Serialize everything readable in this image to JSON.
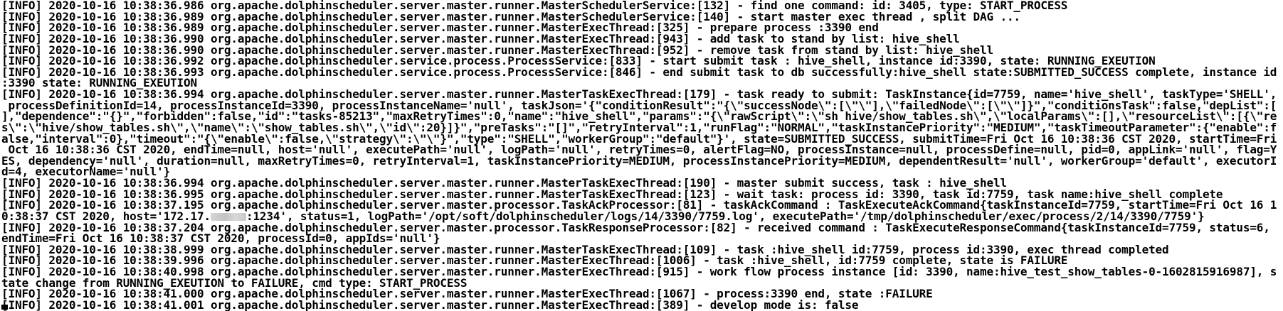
{
  "terminal": {
    "background_color": "#ffffff",
    "text_color": "#000000",
    "redaction_color": "#c8c8c8",
    "lines": [
      {
        "text": "[INFO] 2020-10-16 10:38:36.986 org.apache.dolphinscheduler.server.master.runner.MasterSchedulerService:[132] - find one command: id: 3405, type: START_PROCESS"
      },
      {
        "text": "[INFO] 2020-10-16 10:38:36.989 org.apache.dolphinscheduler.server.master.runner.MasterSchedulerService:[140] - start master exec thread , split DAG ..."
      },
      {
        "text": "[INFO] 2020-10-16 10:38:36.989 org.apache.dolphinscheduler.server.master.runner.MasterExecThread:[325] - prepare process :3390 end"
      },
      {
        "text": "[INFO] 2020-10-16 10:38:36.990 org.apache.dolphinscheduler.server.master.runner.MasterExecThread:[943] - add task to stand by list: hive_shell"
      },
      {
        "text": "[INFO] 2020-10-16 10:38:36.990 org.apache.dolphinscheduler.server.master.runner.MasterExecThread:[952] - remove task from stand by list: hive_shell"
      },
      {
        "text": "[INFO] 2020-10-16 10:38:36.992 org.apache.dolphinscheduler.service.process.ProcessService:[833] - start submit task : hive_shell, instance id:3390, state: RUNNING_EXEUTION"
      },
      {
        "text": "[INFO] 2020-10-16 10:38:36.993 org.apache.dolphinscheduler.service.process.ProcessService:[846] - end submit task to db successfully:hive_shell state:SUBMITTED_SUCCESS complete, instance id"
      },
      {
        "text": ":3390 state: RUNNING_EXEUTION"
      },
      {
        "text": "[INFO] 2020-10-16 10:38:36.994 org.apache.dolphinscheduler.server.master.runner.MasterTaskExecThread:[179] - task ready to submit: TaskInstance{id=7759, name='hive_shell', taskType='SHELL',"
      },
      {
        "text": " processDefinitionId=14, processInstanceId=3390, processInstanceName='null', taskJson='{\"conditionResult\":\"{\\\"successNode\\\":[\\\"\\\"],\\\"failedNode\\\":[\\\"\\\"]}\",\"conditionsTask\":false,\"depList\":["
      },
      {
        "text": "],\"dependence\":\"{}\",\"forbidden\":false,\"id\":\"tasks-85213\",\"maxRetryTimes\":0,\"name\":\"hive_shell\",\"params\":\"{\\\"rawScript\\\":\\\"sh hive/show_tables.sh\\\",\\\"localParams\\\":[],\\\"resourceList\\\":[{\\\"re"
      },
      {
        "text": "s\\\":\\\"hive/show_tables.sh\\\",\\\"name\\\":\\\"show_tables.sh\\\",\\\"id\\\":20}]}\",\"preTasks\":\"[]\",\"retryInterval\":1,\"runFlag\":\"NORMAL\",\"taskInstancePriority\":\"MEDIUM\",\"taskTimeoutParameter\":{\"enable\":f"
      },
      {
        "text": "alse,\"interval\":0},\"timeout\":\"{\\\"enable\\\":false,\\\"strategy\\\":\\\"\\\"}\",\"type\":\"SHELL\",\"workerGroup\":\"default\"}', state=SUBMITTED_SUCCESS, submitTime=Fri Oct 16 10:38:36 CST 2020, startTime=Fri"
      },
      {
        "text": " Oct 16 10:38:36 CST 2020, endTime=null, host='null', executePath='null', logPath='null', retryTimes=0, alertFlag=NO, processInstance=null, processDefine=null, pid=0, appLink='null', flag=Y"
      },
      {
        "text": "ES, dependency='null', duration=null, maxRetryTimes=0, retryInterval=1, taskInstancePriority=MEDIUM, processInstancePriority=MEDIUM, dependentResult='null', workerGroup='default', executorI"
      },
      {
        "text": "d=4, executorName='null'}"
      },
      {
        "text": "[INFO] 2020-10-16 10:38:36.994 org.apache.dolphinscheduler.server.master.runner.MasterTaskExecThread:[190] - master submit success, task : hive_shell"
      },
      {
        "text": "[INFO] 2020-10-16 10:38:36.995 org.apache.dolphinscheduler.server.master.runner.MasterTaskExecThread:[123] - wait task: process id: 3390, task id:7759, task name:hive_shell complete"
      },
      {
        "text": "[INFO] 2020-10-16 10:38:37.195 org.apache.dolphinscheduler.server.master.processor.TaskAckProcessor:[81] - taskAckCommand : TaskExecuteAckCommand{taskInstanceId=7759, startTime=Fri Oct 16 1"
      },
      {
        "redacted": true,
        "before": "0:38:37 CST 2020, host='172.17.",
        "after": ":1234', status=1, logPath='/opt/soft/dolphinscheduler/logs/14/3390/7759.log', executePath='/tmp/dolphinscheduler/exec/process/2/14/3390/7759'}"
      },
      {
        "text": "[INFO] 2020-10-16 10:38:37.204 org.apache.dolphinscheduler.server.master.processor.TaskResponseProcessor:[82] - received command : TaskExecuteResponseCommand{taskInstanceId=7759, status=6,"
      },
      {
        "text": "endTime=Fri Oct 16 10:38:37 CST 2020, processId=0, appIds='null'}"
      },
      {
        "text": "[INFO] 2020-10-16 10:38:38.999 org.apache.dolphinscheduler.server.master.runner.MasterTaskExecThread:[109] - task :hive_shell id:7759, process id:3390, exec thread completed"
      },
      {
        "text": "[INFO] 2020-10-16 10:38:39.996 org.apache.dolphinscheduler.server.master.runner.MasterExecThread:[1006] - task :hive_shell, id:7759 complete, state is FAILURE"
      },
      {
        "text": "[INFO] 2020-10-16 10:38:40.998 org.apache.dolphinscheduler.server.master.runner.MasterExecThread:[915] - work flow process instance [id: 3390, name:hive_test_show_tables-0-1602815916987], s"
      },
      {
        "text": "tate change from RUNNING_EXEUTION to FAILURE, cmd type: START_PROCESS"
      },
      {
        "text": "[INFO] 2020-10-16 10:38:41.000 org.apache.dolphinscheduler.server.master.runner.MasterExecThread:[1067] - process:3390 end, state :FAILURE"
      },
      {
        "text": "[INFO] 2020-10-16 10:38:41.001 org.apache.dolphinscheduler.server.master.runner.MasterExecThread:[389] - develop mode is: false"
      }
    ]
  }
}
